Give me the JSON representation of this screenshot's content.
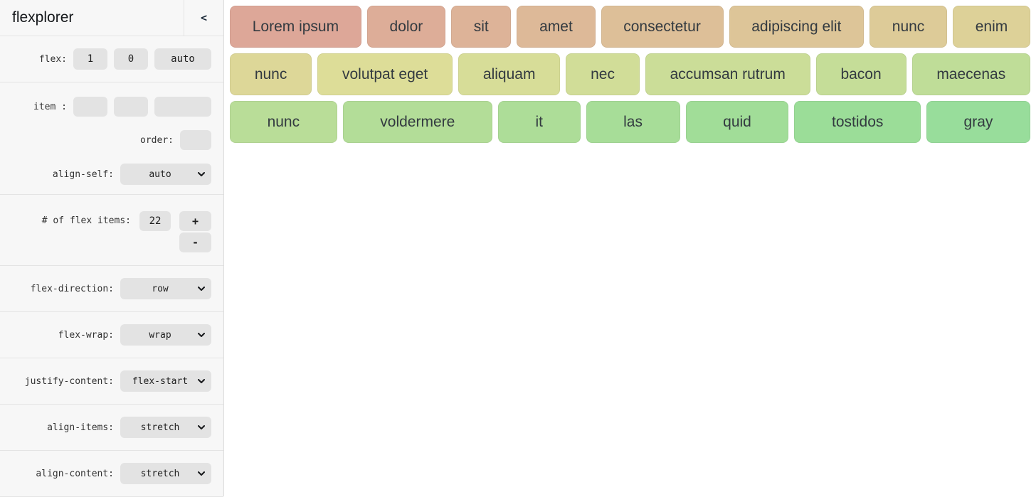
{
  "header": {
    "title": "flexplorer",
    "collapse_label": "<"
  },
  "sidebar": {
    "flex": {
      "label": "flex:",
      "values": [
        "1",
        "0",
        "auto"
      ]
    },
    "item": {
      "label": "item :",
      "values": [
        "",
        "",
        ""
      ]
    },
    "order": {
      "label": "order:",
      "value": ""
    },
    "align_self": {
      "label": "align-self:",
      "value": "auto"
    },
    "num_items": {
      "label": "# of flex items:",
      "value": "22",
      "increment_label": "+",
      "decrement_label": "-"
    },
    "flex_direction": {
      "label": "flex-direction:",
      "value": "row"
    },
    "flex_wrap": {
      "label": "flex-wrap:",
      "value": "wrap"
    },
    "justify_content": {
      "label": "justify-content:",
      "value": "flex-start"
    },
    "align_items": {
      "label": "align-items:",
      "value": "stretch"
    },
    "align_content": {
      "label": "align-content:",
      "value": "stretch"
    }
  },
  "main": {
    "rows": [
      {
        "items": [
          {
            "label": "Lorem ipsum",
            "color": "#dda798"
          },
          {
            "label": "dolor",
            "color": "#ddad98"
          },
          {
            "label": "sit",
            "color": "#ddb398"
          },
          {
            "label": "amet",
            "color": "#ddb998"
          },
          {
            "label": "consectetur",
            "color": "#ddbf98"
          },
          {
            "label": "adipiscing elit",
            "color": "#ddc598"
          },
          {
            "label": "nunc",
            "color": "#ddcb98"
          },
          {
            "label": "enim",
            "color": "#ddd198"
          }
        ]
      },
      {
        "items": [
          {
            "label": "nunc",
            "color": "#ddd798"
          },
          {
            "label": "volutpat eget",
            "color": "#dddd98"
          },
          {
            "label": "aliquam",
            "color": "#d7dd98"
          },
          {
            "label": "nec",
            "color": "#d1dd98"
          },
          {
            "label": "accumsan rutrum",
            "color": "#cbdd98"
          },
          {
            "label": "bacon",
            "color": "#c5dd98"
          },
          {
            "label": "maecenas",
            "color": "#bfdd98"
          }
        ]
      },
      {
        "items": [
          {
            "label": "nunc",
            "color": "#b9dd98"
          },
          {
            "label": "voldermere",
            "color": "#b3dd98"
          },
          {
            "label": "it",
            "color": "#addd98"
          },
          {
            "label": "las",
            "color": "#a7dd98"
          },
          {
            "label": "quid",
            "color": "#a1dd98"
          },
          {
            "label": "tostidos",
            "color": "#9bdd98"
          },
          {
            "label": "gray",
            "color": "#98dd9b"
          }
        ]
      }
    ]
  }
}
